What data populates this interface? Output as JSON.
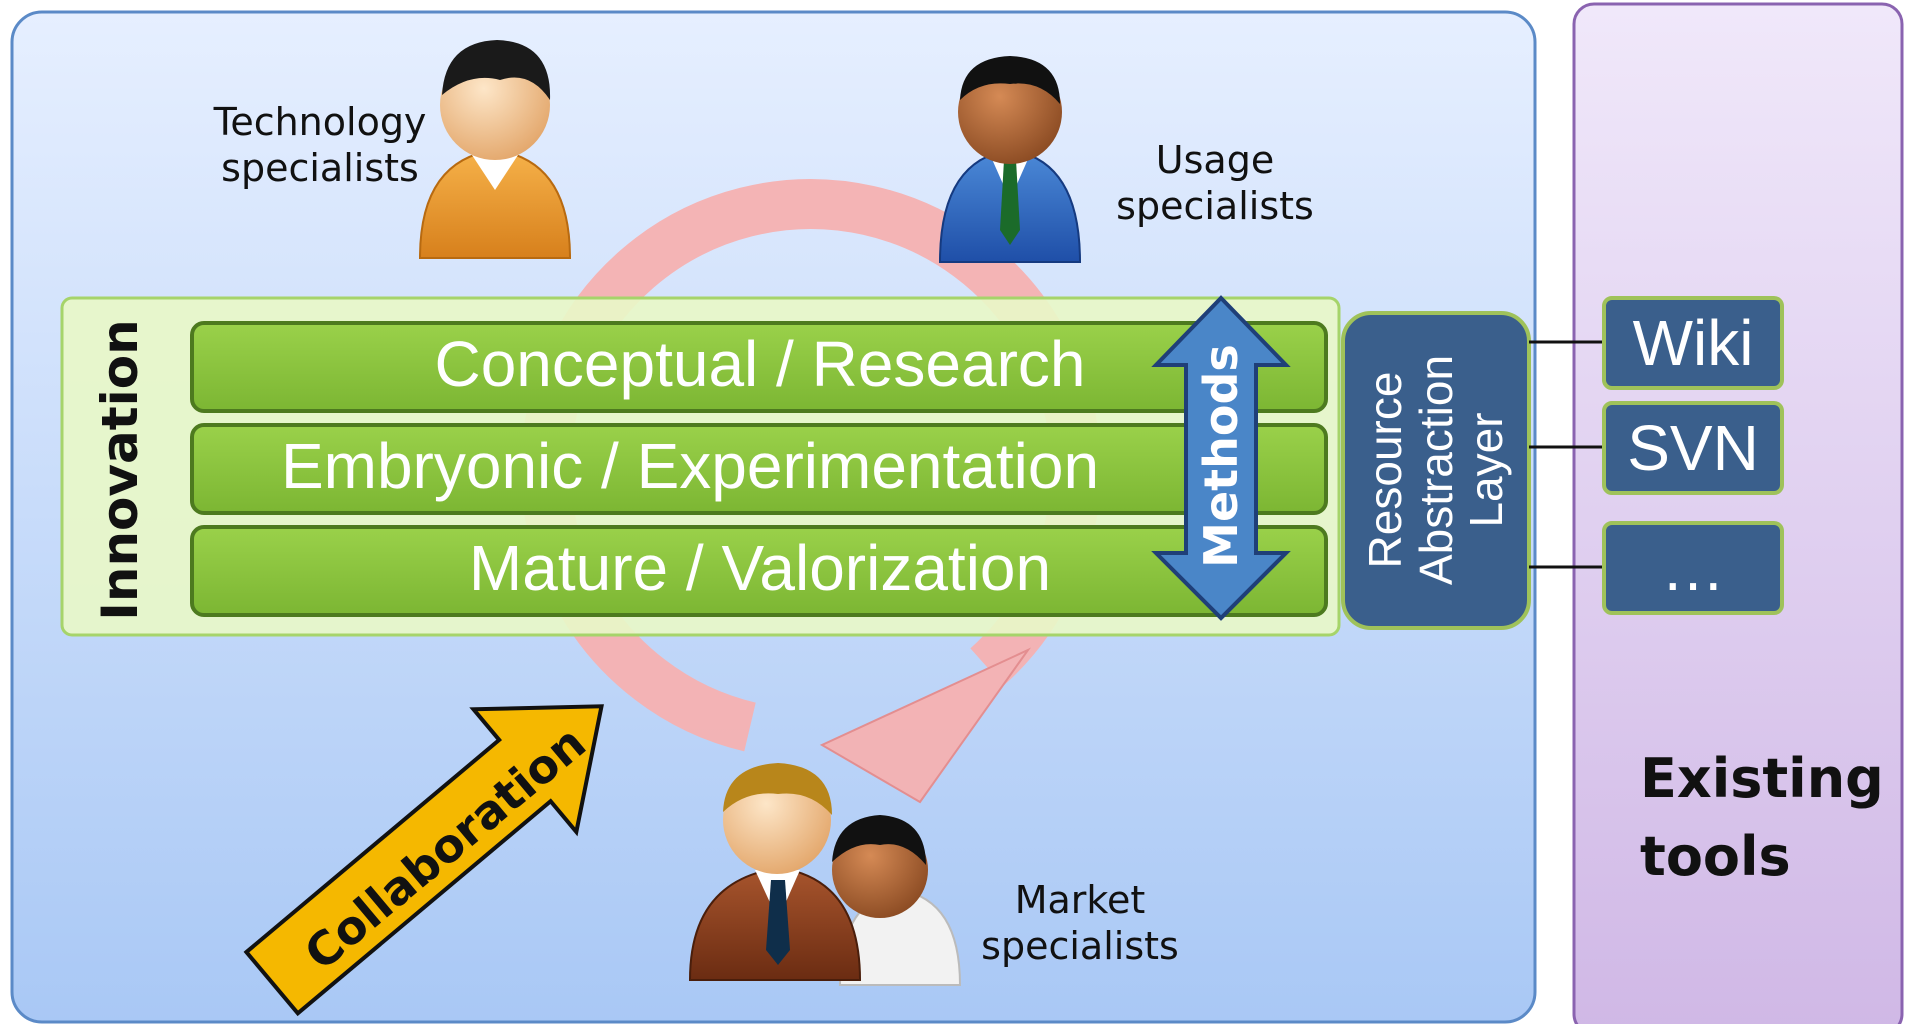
{
  "people": {
    "technology": {
      "line1": "Technology",
      "line2": "specialists"
    },
    "usage": {
      "line1": "Usage",
      "line2": "specialists"
    },
    "market": {
      "line1": "Market",
      "line2": "specialists"
    }
  },
  "innovation": {
    "title": "Innovation",
    "stages": [
      "Conceptual / Research",
      "Embryonic / Experimentation",
      "Mature / Valorization"
    ]
  },
  "methods_label": "Methods",
  "collaboration_label": "Collaboration",
  "resource_layer": {
    "line1": "Resource",
    "line2": "Abstraction",
    "line3": "Layer"
  },
  "existing_tools": {
    "title_line1": "Existing",
    "title_line2": "tools",
    "tools": [
      "Wiki",
      "SVN",
      "…"
    ]
  },
  "colors": {
    "main_panel": "#c9dcf7",
    "tools_panel": "#e2d4f0",
    "stage_green": "#8cc63f",
    "innovation_bg": "#e8f7c8",
    "methods_arrow": "#4a86c8",
    "cycle_arrow": "#f4a6a8",
    "collaboration_arrow": "#f5b800",
    "layer_box": "#3a5f8c"
  }
}
